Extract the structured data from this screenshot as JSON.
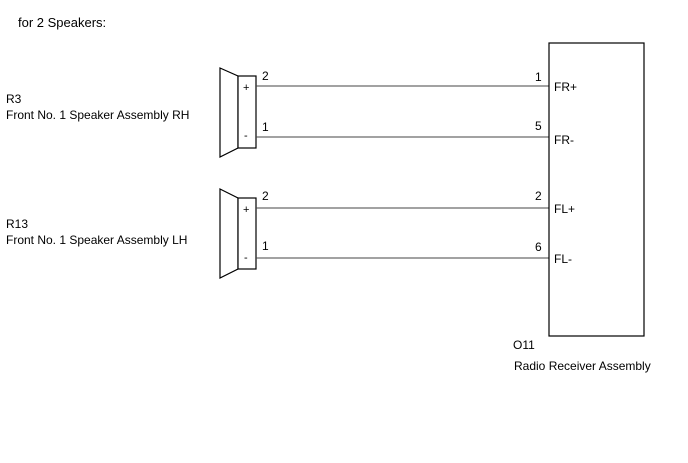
{
  "title": "for 2 Speakers:",
  "speakers": [
    {
      "code": "R3",
      "name": "Front No. 1 Speaker Assembly RH",
      "terminals": [
        {
          "polarity": "+",
          "pin": "2"
        },
        {
          "polarity": "-",
          "pin": "1"
        }
      ]
    },
    {
      "code": "R13",
      "name": "Front No. 1 Speaker Assembly LH",
      "terminals": [
        {
          "polarity": "+",
          "pin": "2"
        },
        {
          "polarity": "-",
          "pin": "1"
        }
      ]
    }
  ],
  "receiver": {
    "code": "O11",
    "name": "Radio Receiver Assembly",
    "pins": [
      {
        "pin": "1",
        "label": "FR+"
      },
      {
        "pin": "5",
        "label": "FR-"
      },
      {
        "pin": "2",
        "label": "FL+"
      },
      {
        "pin": "6",
        "label": "FL-"
      }
    ]
  }
}
